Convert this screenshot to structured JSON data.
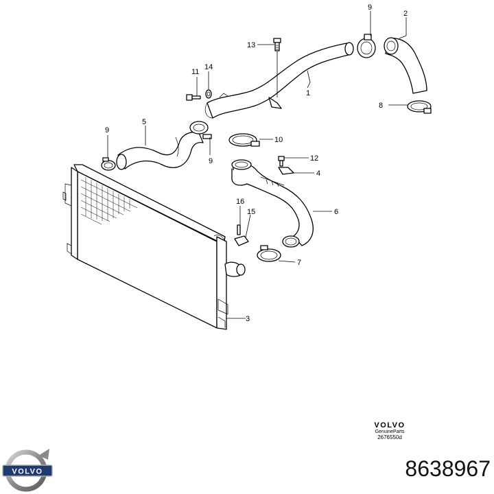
{
  "diagram": {
    "callouts": {
      "c1": "1",
      "c2": "2",
      "c3": "3",
      "c4": "4",
      "c5": "5",
      "c6": "6",
      "c7": "7",
      "c8": "8",
      "c9a": "9",
      "c9b": "9",
      "c9c": "9",
      "c10": "10",
      "c11": "11",
      "c12": "12",
      "c13": "13",
      "c14": "14",
      "c15": "15",
      "c16": "16"
    }
  },
  "branding": {
    "wordmark": "VOLVO",
    "genuine_parts": "GenuineParts",
    "diagram_code": "2676550d",
    "logo_text": "VOLVO",
    "part_number": "8638967",
    "logo_color": "#8a8a8a",
    "logo_band_color": "#1f3a6e"
  },
  "icons": [
    "volvo-logo-icon"
  ]
}
